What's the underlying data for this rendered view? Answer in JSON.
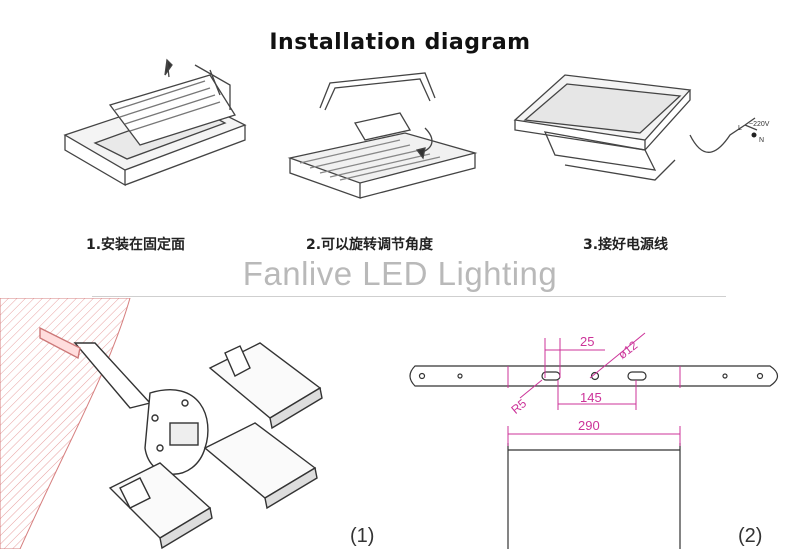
{
  "title": "Installation diagram",
  "steps": [
    {
      "caption": "1.安装在固定面"
    },
    {
      "caption": "2.可以旋转调节角度"
    },
    {
      "caption": "3.接好电源线"
    }
  ],
  "wiring": {
    "voltage": "~220V",
    "live": "L",
    "neutral": "N"
  },
  "watermark": "Fanlive LED Lighting",
  "bracket": {
    "dim_slot_width": "25",
    "dim_hole": "ø12",
    "dim_radius": "R5",
    "dim_slot_spacing": "145",
    "dim_width": "290"
  },
  "figures": {
    "label_1": "(1)",
    "label_2": "(2)"
  },
  "colors": {
    "dimension": "#cc3399",
    "pole_hatch": "#e8a0a0",
    "line": "#333333"
  }
}
